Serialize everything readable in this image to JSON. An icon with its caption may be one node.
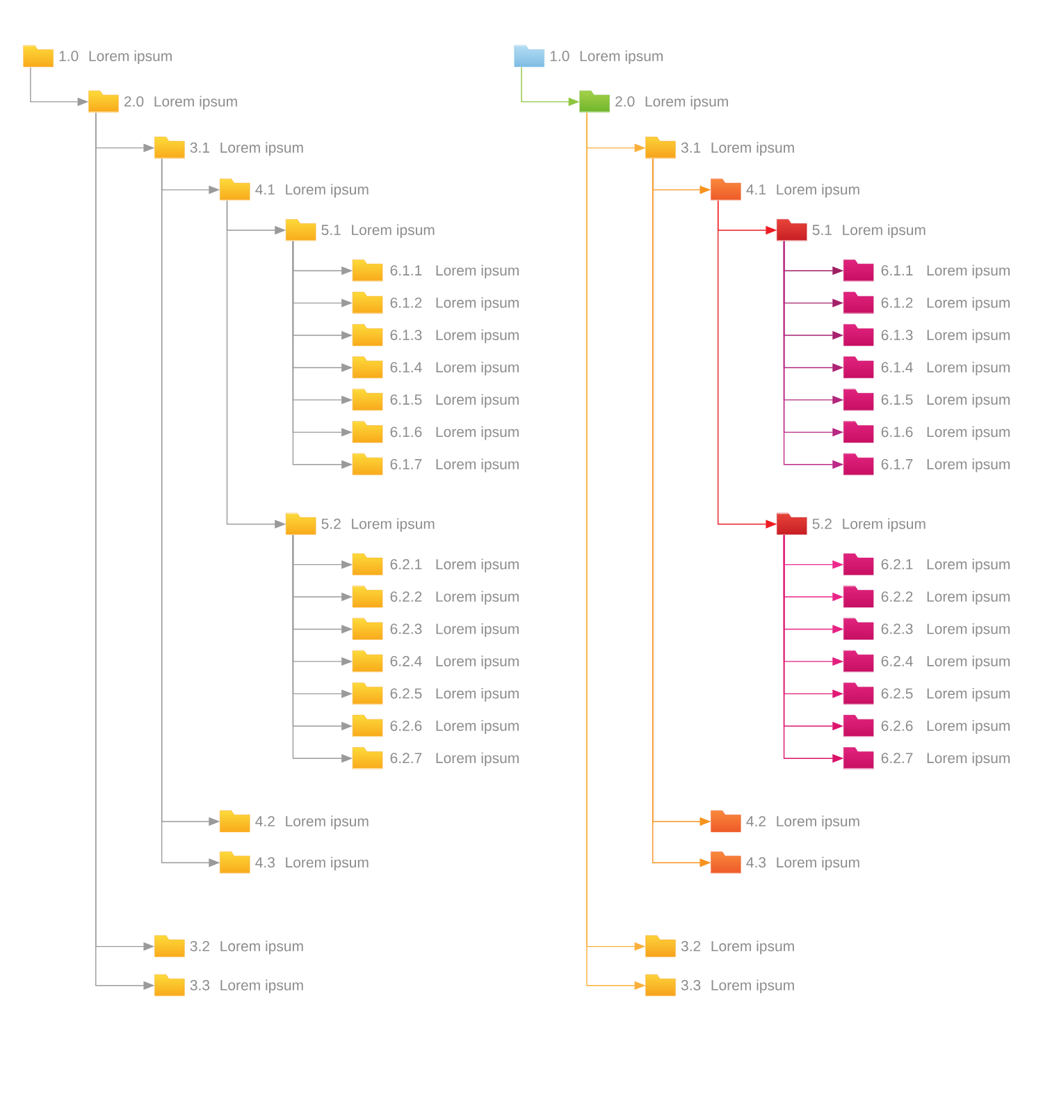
{
  "diagram": {
    "nodes": [
      {
        "text": [
          "1.0",
          "Lorem ipsum"
        ]
      },
      {
        "text": [
          "2.0",
          "Lorem ipsum"
        ]
      },
      {
        "text": [
          "3.1",
          "Lorem ipsum"
        ]
      },
      {
        "text": [
          "4.1",
          "Lorem ipsum"
        ]
      },
      {
        "text": [
          "5.1",
          "Lorem ipsum"
        ]
      },
      {
        "text": [
          "6.1.1",
          "Lorem ipsum"
        ]
      },
      {
        "text": [
          "6.1.2",
          "Lorem ipsum"
        ]
      },
      {
        "text": [
          "6.1.3",
          "Lorem ipsum"
        ]
      },
      {
        "text": [
          "6.1.4",
          "Lorem ipsum"
        ]
      },
      {
        "text": [
          "6.1.5",
          "Lorem ipsum"
        ]
      },
      {
        "text": [
          "6.1.6",
          "Lorem ipsum"
        ]
      },
      {
        "text": [
          "6.1.7",
          "Lorem ipsum"
        ]
      },
      {
        "text": [
          "5.2",
          "Lorem ipsum"
        ]
      },
      {
        "text": [
          "6.2.1",
          "Lorem ipsum"
        ]
      },
      {
        "text": [
          "6.2.2",
          "Lorem ipsum"
        ]
      },
      {
        "text": [
          "6.2.3",
          "Lorem ipsum"
        ]
      },
      {
        "text": [
          "6.2.4",
          "Lorem ipsum"
        ]
      },
      {
        "text": [
          "6.2.5",
          "Lorem ipsum"
        ]
      },
      {
        "text": [
          "6.2.6",
          "Lorem ipsum"
        ]
      },
      {
        "text": [
          "6.2.7",
          "Lorem ipsum"
        ]
      },
      {
        "text": [
          "4.2",
          "Lorem ipsum"
        ]
      },
      {
        "text": [
          "4.3",
          "Lorem ipsum"
        ]
      },
      {
        "text": [
          "3.2",
          "Lorem ipsum"
        ]
      },
      {
        "text": [
          "3.3",
          "Lorem ipsum"
        ]
      },
      {
        "text": [
          "1.0",
          "Lorem ipsum"
        ]
      },
      {
        "text": [
          "2.0",
          "Lorem ipsum"
        ]
      },
      {
        "text": [
          "3.1",
          "Lorem ipsum"
        ]
      },
      {
        "text": [
          "4.1",
          "Lorem ipsum"
        ]
      },
      {
        "text": [
          "5.1",
          "Lorem ipsum"
        ]
      },
      {
        "text": [
          "6.1.1",
          "Lorem ipsum"
        ]
      },
      {
        "text": [
          "6.1.2",
          "Lorem ipsum"
        ]
      },
      {
        "text": [
          "6.1.3",
          "Lorem ipsum"
        ]
      },
      {
        "text": [
          "6.1.4",
          "Lorem ipsum"
        ]
      },
      {
        "text": [
          "6.1.5",
          "Lorem ipsum"
        ]
      },
      {
        "text": [
          "6.1.6",
          "Lorem ipsum"
        ]
      },
      {
        "text": [
          "6.1.7",
          "Lorem ipsum"
        ]
      },
      {
        "text": [
          "5.2",
          "Lorem ipsum"
        ]
      },
      {
        "text": [
          "6.2.1",
          "Lorem ipsum"
        ]
      },
      {
        "text": [
          "6.2.2",
          "Lorem ipsum"
        ]
      },
      {
        "text": [
          "6.2.3",
          "Lorem ipsum"
        ]
      },
      {
        "text": [
          "6.2.4",
          "Lorem ipsum"
        ]
      },
      {
        "text": [
          "6.2.5",
          "Lorem ipsum"
        ]
      },
      {
        "text": [
          "6.2.6",
          "Lorem ipsum"
        ]
      },
      {
        "text": [
          "6.2.7",
          "Lorem ipsum"
        ]
      },
      {
        "text": [
          "4.2",
          "Lorem ipsum"
        ]
      },
      {
        "text": [
          "4.3",
          "Lorem ipsum"
        ]
      },
      {
        "text": [
          "3.2",
          "Lorem ipsum"
        ]
      },
      {
        "text": [
          "3.3",
          "Lorem ipsum"
        ]
      }
    ],
    "edges": [
      {
        "from": 0,
        "to": 1,
        "arrow": "to",
        "color": "#9a9a9a"
      },
      {
        "from": 1,
        "to": 2,
        "arrow": "to",
        "color": "#9a9a9a"
      },
      {
        "from": 2,
        "to": 3,
        "arrow": "to",
        "color": "#9a9a9a"
      },
      {
        "from": 3,
        "to": 4,
        "arrow": "to",
        "color": "#9a9a9a"
      },
      {
        "from": 4,
        "to": 5,
        "arrow": "to",
        "color": "#9a9a9a"
      },
      {
        "from": 4,
        "to": 6,
        "arrow": "to",
        "color": "#9a9a9a"
      },
      {
        "from": 4,
        "to": 7,
        "arrow": "to",
        "color": "#9a9a9a"
      },
      {
        "from": 4,
        "to": 8,
        "arrow": "to",
        "color": "#9a9a9a"
      },
      {
        "from": 4,
        "to": 9,
        "arrow": "to",
        "color": "#9a9a9a"
      },
      {
        "from": 4,
        "to": 10,
        "arrow": "to",
        "color": "#9a9a9a"
      },
      {
        "from": 4,
        "to": 11,
        "arrow": "to",
        "color": "#9a9a9a"
      },
      {
        "from": 3,
        "to": 12,
        "arrow": "to",
        "color": "#9a9a9a"
      },
      {
        "from": 12,
        "to": 13,
        "arrow": "to",
        "color": "#9a9a9a"
      },
      {
        "from": 12,
        "to": 14,
        "arrow": "to",
        "color": "#9a9a9a"
      },
      {
        "from": 12,
        "to": 15,
        "arrow": "to",
        "color": "#9a9a9a"
      },
      {
        "from": 12,
        "to": 16,
        "arrow": "to",
        "color": "#9a9a9a"
      },
      {
        "from": 12,
        "to": 17,
        "arrow": "to",
        "color": "#9a9a9a"
      },
      {
        "from": 12,
        "to": 18,
        "arrow": "to",
        "color": "#9a9a9a"
      },
      {
        "from": 12,
        "to": 19,
        "arrow": "to",
        "color": "#9a9a9a"
      },
      {
        "from": 2,
        "to": 20,
        "arrow": "to",
        "color": "#9a9a9a"
      },
      {
        "from": 2,
        "to": 21,
        "arrow": "to",
        "color": "#9a9a9a"
      },
      {
        "from": 1,
        "to": 22,
        "arrow": "to",
        "color": "#9a9a9a"
      },
      {
        "from": 1,
        "to": 23,
        "arrow": "to",
        "color": "#9a9a9a"
      },
      {
        "from": 24,
        "to": 25,
        "arrow": "to",
        "color": "#8cc63f"
      },
      {
        "from": 25,
        "to": 26,
        "arrow": "to",
        "color": "#fbb03b"
      },
      {
        "from": 26,
        "to": 27,
        "arrow": "to",
        "color": "#f7931e"
      },
      {
        "from": 27,
        "to": 28,
        "arrow": "to",
        "color": "#ed1c24"
      },
      {
        "from": 28,
        "to": 29,
        "arrow": "to",
        "color": "#9e1f63"
      },
      {
        "from": 28,
        "to": 30,
        "arrow": "to",
        "color": "#a3206a"
      },
      {
        "from": 28,
        "to": 31,
        "arrow": "to",
        "color": "#a82270"
      },
      {
        "from": 28,
        "to": 32,
        "arrow": "to",
        "color": "#ad2476"
      },
      {
        "from": 28,
        "to": 33,
        "arrow": "to",
        "color": "#b2267c"
      },
      {
        "from": 28,
        "to": 34,
        "arrow": "to",
        "color": "#b72882"
      },
      {
        "from": 28,
        "to": 35,
        "arrow": "to",
        "color": "#bc2a88"
      },
      {
        "from": 27,
        "to": 36,
        "arrow": "to",
        "color": "#ed1c24"
      },
      {
        "from": 36,
        "to": 37,
        "arrow": "to",
        "color": "#ec2a8e"
      },
      {
        "from": 36,
        "to": 38,
        "arrow": "to",
        "color": "#e92688"
      },
      {
        "from": 36,
        "to": 39,
        "arrow": "to",
        "color": "#e62282"
      },
      {
        "from": 36,
        "to": 40,
        "arrow": "to",
        "color": "#e31e7c"
      },
      {
        "from": 36,
        "to": 41,
        "arrow": "to",
        "color": "#e01a76"
      },
      {
        "from": 36,
        "to": 42,
        "arrow": "to",
        "color": "#dd1670"
      },
      {
        "from": 36,
        "to": 43,
        "arrow": "to",
        "color": "#da126a"
      },
      {
        "from": 26,
        "to": 44,
        "arrow": "to",
        "color": "#f7931e"
      },
      {
        "from": 26,
        "to": 45,
        "arrow": "to",
        "color": "#f7931e"
      },
      {
        "from": 25,
        "to": 46,
        "arrow": "to",
        "color": "#fbb03b"
      },
      {
        "from": 25,
        "to": 47,
        "arrow": "to",
        "color": "#fbb03b"
      }
    ]
  }
}
